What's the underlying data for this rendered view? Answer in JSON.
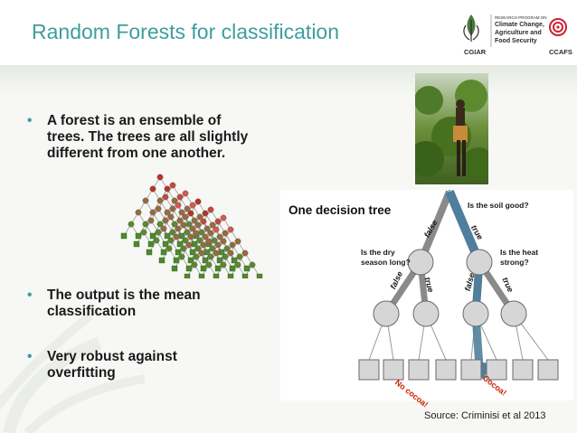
{
  "slide": {
    "title": "Random Forests for classification",
    "bullets": [
      "A forest is an ensemble of trees. The trees are all slightly different from one another.",
      "The output is the mean classification",
      "Very robust against overfitting"
    ],
    "bullet_marker": "•",
    "source": "Source: Criminisi et al 2013",
    "colors": {
      "title": "#3e9e9c",
      "tree_path": "#4f7f9c",
      "output_text": "#cc2200"
    }
  },
  "logos": {
    "cgiar": "CGIAR",
    "ccafs_line1": "RESEARCH PROGRAM ON",
    "ccafs_line2": "Climate Change,",
    "ccafs_line3": "Agriculture and",
    "ccafs_line4": "Food Security",
    "ccafs_abbr": "CCAFS"
  },
  "diagram": {
    "heading": "One decision tree",
    "root_question": "Is the soil good?",
    "left_question_1": "Is the dry",
    "left_question_2": "season long?",
    "right_question_1": "Is the heat",
    "right_question_2": "strong?",
    "edge_false": "false",
    "edge_true": "true",
    "leaf_left": "No cocoa!",
    "leaf_right": "Cocoa!"
  },
  "images": {
    "photo": "person-harvesting-cocoa-photo",
    "forest": "forest-of-trees-illustration"
  }
}
